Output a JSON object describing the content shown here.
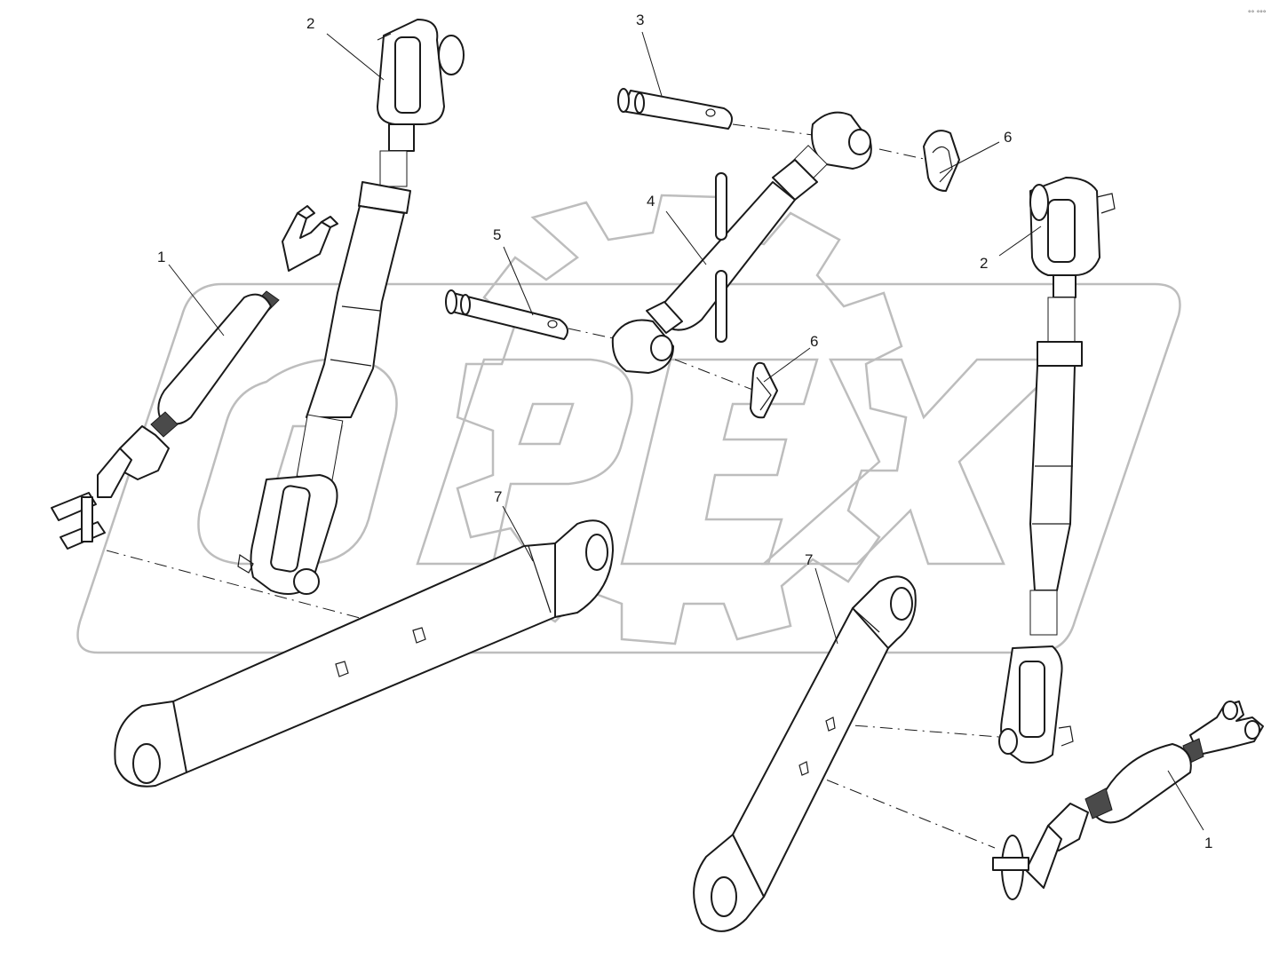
{
  "watermark": {
    "text": "OPEX"
  },
  "corner_mark": "°° °°°",
  "callouts": [
    {
      "id": "c2a",
      "text": "2"
    },
    {
      "id": "c3",
      "text": "3"
    },
    {
      "id": "c4",
      "text": "4"
    },
    {
      "id": "c5",
      "text": "5"
    },
    {
      "id": "c6a",
      "text": "6"
    },
    {
      "id": "c6b",
      "text": "6"
    },
    {
      "id": "c2b",
      "text": "2"
    },
    {
      "id": "c1a",
      "text": "1"
    },
    {
      "id": "c7a",
      "text": "7"
    },
    {
      "id": "c7b",
      "text": "7"
    },
    {
      "id": "c1b",
      "text": "1"
    }
  ]
}
